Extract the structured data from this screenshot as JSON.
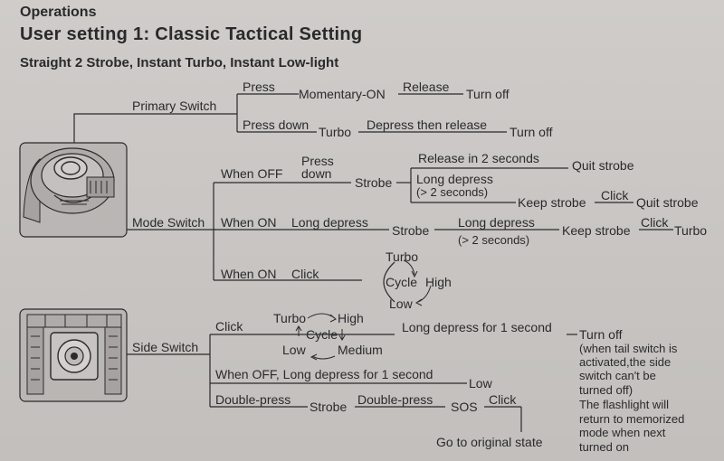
{
  "header": {
    "section": "Operations",
    "title": "User setting 1: Classic Tactical Setting",
    "subtitle": "Straight 2 Strobe, Instant Turbo, Instant Low-light"
  },
  "primary": {
    "label": "Primary Switch",
    "press": "Press",
    "momentary_on": "Momentary-ON",
    "release": "Release",
    "turn_off_1": "Turn off",
    "press_down": "Press down",
    "turbo": "Turbo",
    "depress_release": "Depress then release",
    "turn_off_2": "Turn off"
  },
  "mode": {
    "label": "Mode Switch",
    "when_off": "When OFF",
    "press_down_1": "Press",
    "press_down_2": "down",
    "strobe_1": "Strobe",
    "release_2s": "Release in 2 seconds",
    "quit_strobe_1": "Quit strobe",
    "long_depress_1": "Long depress",
    "gt_2s_1": "(> 2 seconds)",
    "keep_strobe_1": "Keep strobe",
    "click_1": "Click",
    "quit_strobe_2": "Quit strobe",
    "when_on_1": "When ON",
    "long_depress_2": "Long depress",
    "strobe_2": "Strobe",
    "long_depress_3": "Long depress",
    "gt_2s_2": "(> 2 seconds)",
    "keep_strobe_2": "Keep strobe",
    "click_2": "Click",
    "turbo_end": "Turbo",
    "when_on_2": "When ON",
    "click_3": "Click",
    "cycle_turbo": "Turbo",
    "cycle": "Cycle",
    "cycle_high": "High",
    "cycle_low": "Low"
  },
  "side": {
    "label": "Side Switch",
    "click": "Click",
    "c_turbo": "Turbo",
    "c_high": "High",
    "c_cycle": "Cycle",
    "c_low": "Low",
    "c_medium": "Medium",
    "long_1s": "Long depress for 1 second",
    "turn_off": "Turn off",
    "note_1": "(when tail switch is",
    "note_2": "activated,the side",
    "note_3": "switch can't be",
    "note_4": "turned off)",
    "note_5": "The flashlight will",
    "note_6": "return to memorized",
    "note_7": "mode when next",
    "note_8": "turned on",
    "when_off_long": "When OFF, Long depress for 1 second",
    "low": "Low",
    "double_press_1": "Double-press",
    "strobe": "Strobe",
    "double_press_2": "Double-press",
    "sos": "SOS",
    "click2": "Click",
    "go_original": "Go to original state"
  },
  "icons": [
    "tail-switch-icon",
    "side-switch-icon"
  ]
}
